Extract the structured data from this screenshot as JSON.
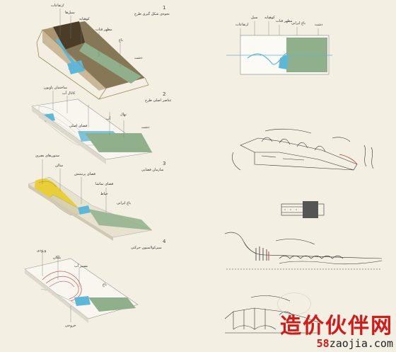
{
  "palette": {
    "background": "#f3efe2",
    "green": "#8fb08a",
    "blue": "#5fb7d8",
    "yellow": "#e8cf3a",
    "dark_brown": "#5a4a30",
    "watermark_red": "#d11a1a"
  },
  "panels": [
    {
      "number": "1",
      "title": "نحوه‌ی شکل گیری طرح"
    },
    {
      "number": "2",
      "title": "عناصر اصلی طرح"
    },
    {
      "number": "3",
      "title": "سازمان فضایی"
    },
    {
      "number": "4",
      "title": "سیرکولاسیون حرکتی"
    }
  ],
  "labels": {
    "p1": [
      "ارتفاعات",
      "سیل‌ها",
      "کوهپایه",
      "مظهر قنات",
      "باغ",
      "دشت"
    ],
    "p2": [
      "ساختمان پاویون",
      "کانال آب",
      "فضای اصلی",
      "آب",
      "نهال",
      "دشت"
    ],
    "p3": [
      "ستون‌های بصری",
      "سالن",
      "فضای پرستش",
      "فضای تماشا",
      "حیاط",
      "باغ ایرانی"
    ],
    "p4": [
      "ورودی",
      "پلکان",
      "مسیر آب",
      "باغ",
      "خروجی"
    ],
    "plan": [
      "ارتفاعات",
      "سیل",
      "کوهپایه",
      "مظهر قنات",
      "باغ ایرانی",
      "دشت"
    ]
  },
  "watermark": {
    "chinese": "造价伙伴网",
    "url_prefix": "58",
    "url_suffix": "zaojia.com"
  }
}
